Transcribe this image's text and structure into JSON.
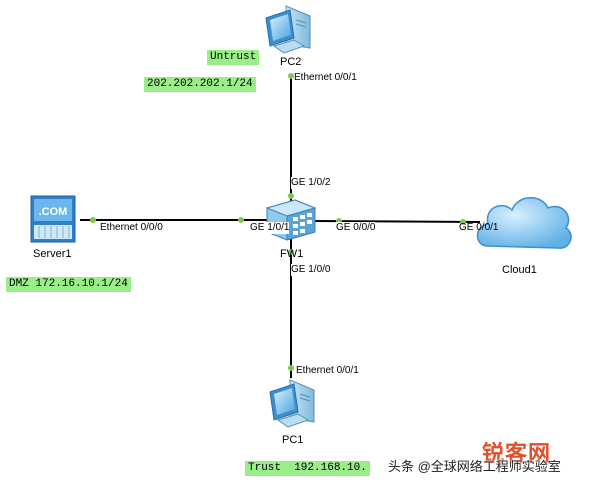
{
  "devices": {
    "pc2": {
      "name": "PC2",
      "port": "Ethernet 0/0/1"
    },
    "server1": {
      "name": "Server1",
      "port": "Ethernet 0/0/0"
    },
    "fw1": {
      "name": "FW1",
      "ports": {
        "west": "GE 1/0/1",
        "north": "GE 1/0/2",
        "east": "GE 0/0/0",
        "south": "GE 1/0/0"
      }
    },
    "cloud1": {
      "name": "Cloud1",
      "port": "GE 0/0/1"
    },
    "pc1": {
      "name": "PC1",
      "port": "Ethernet 0/0/1"
    }
  },
  "zones": {
    "untrust": "Untrust",
    "untrust_ip": "202.202.202.1/24",
    "dmz": "DMZ 172.16.10.1/24",
    "trust": "Trust  192.168.10."
  },
  "watermark": {
    "text": "头条 @全球网络工程师实验室",
    "logo": "锐客网"
  },
  "colors": {
    "link": "#000000",
    "port_dot": "#7ec850",
    "zone_bg": "#99ee88"
  }
}
